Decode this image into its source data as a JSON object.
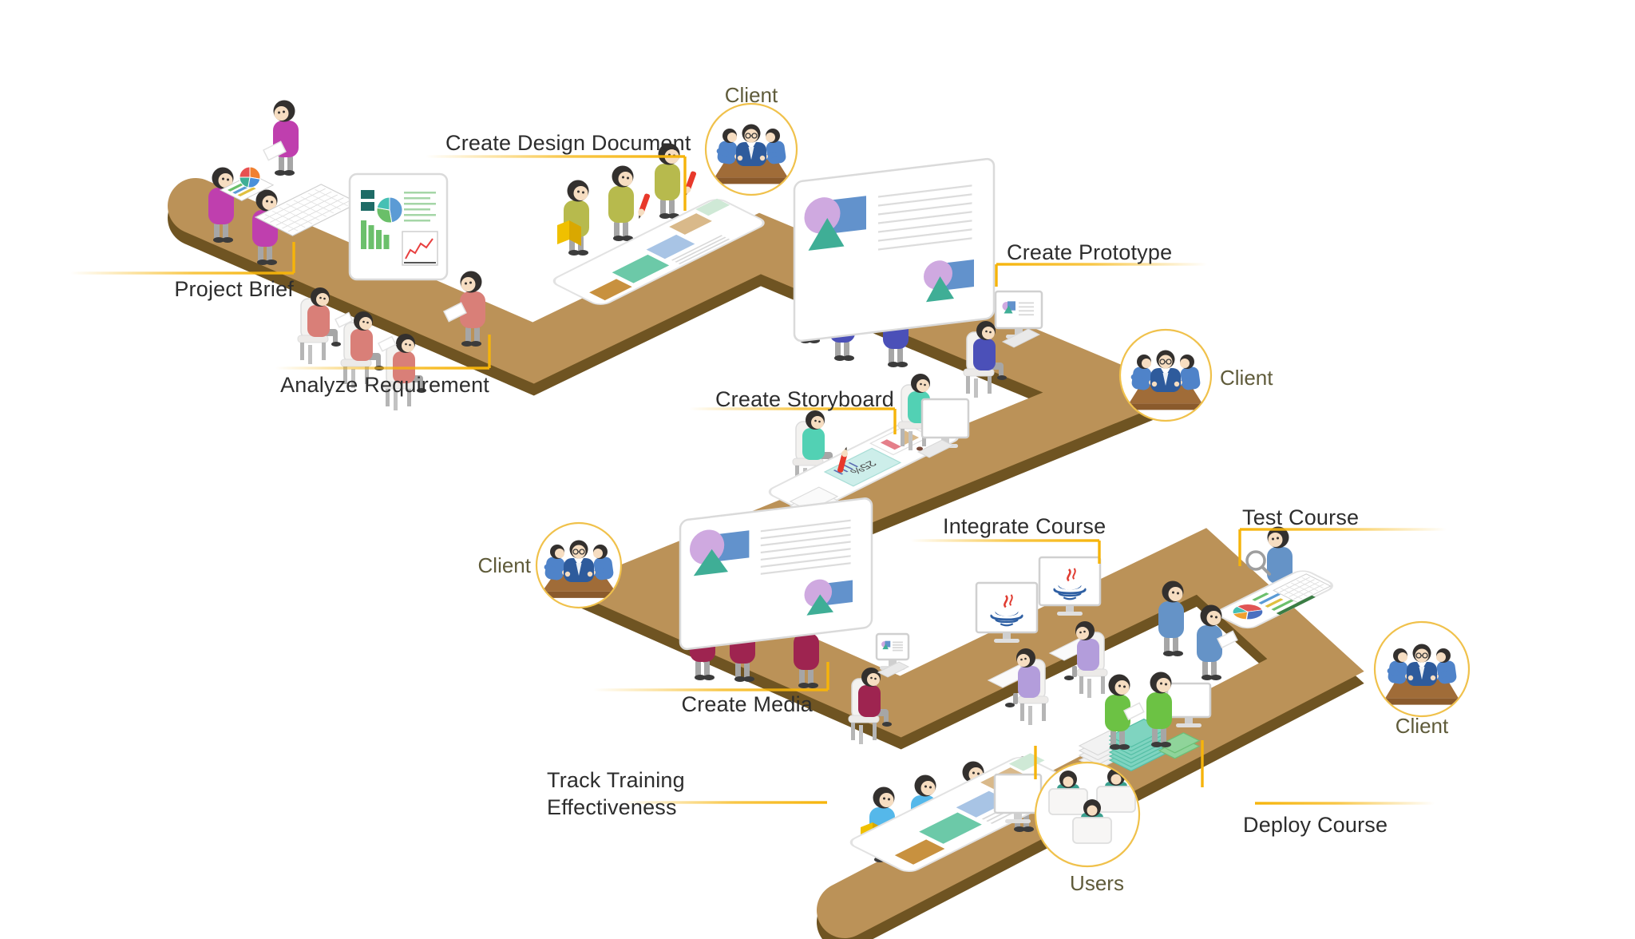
{
  "colors": {
    "path_top": "#bb9258",
    "path_side": "#6f5422",
    "accent_gold": "#f6b40a",
    "badge_ring": "#f0c14b",
    "label_text": "#2d2d2d",
    "actor_label_text": "#5f5b3a"
  },
  "steps": [
    {
      "id": "project_brief",
      "label": "Project Brief"
    },
    {
      "id": "analyze_requirement",
      "label": "Analyze Requirement"
    },
    {
      "id": "create_design_document",
      "label": "Create Design Document"
    },
    {
      "id": "create_prototype",
      "label": "Create Prototype"
    },
    {
      "id": "create_storyboard",
      "label": "Create Storyboard"
    },
    {
      "id": "create_media",
      "label": "Create Media"
    },
    {
      "id": "integrate_course",
      "label": "Integrate Course"
    },
    {
      "id": "test_course",
      "label": "Test Course"
    },
    {
      "id": "deploy_course",
      "label": "Deploy Course"
    },
    {
      "id": "track_training_effectiveness",
      "label": "Track Training Effectiveness"
    }
  ],
  "actors": {
    "client_label": "Client",
    "users_label": "Users"
  },
  "storyboard_document": {
    "text": "25%"
  },
  "team_colors": {
    "project_brief": "#bf3fae",
    "analyze": "#d97f78",
    "design_document": "#b7ba4d",
    "prototype": "#4b50b8",
    "storyboard": "#52d1b4",
    "media": "#9e2450",
    "integrate": "#b39ddb",
    "test": "#6593c7",
    "deploy": "#6cc244",
    "track": "#55b8ea",
    "client_center": "#2e5b9c",
    "client_side": "#4f83c9",
    "users": "#3aa08f"
  },
  "icons": [
    {
      "name": "client-meeting-icon"
    },
    {
      "name": "users-at-computers-icon"
    },
    {
      "name": "java-logo-icon"
    },
    {
      "name": "magnifier-icon"
    },
    {
      "name": "red-pencil-icon"
    },
    {
      "name": "yellow-folder-icon"
    }
  ]
}
